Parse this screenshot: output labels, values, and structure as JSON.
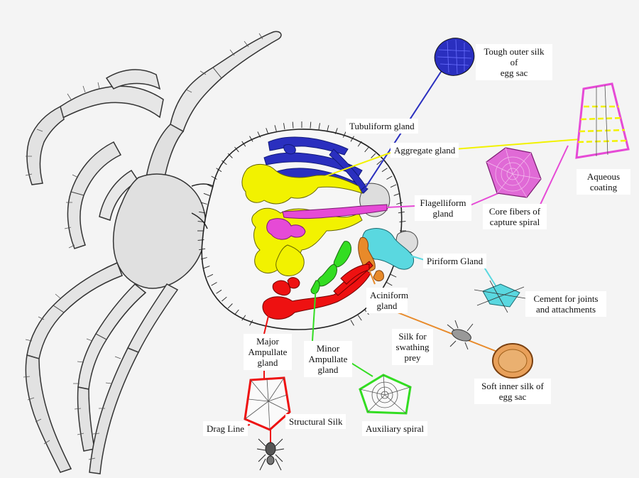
{
  "labels": {
    "tough_outer_silk": "Tough outer silk of\negg sac",
    "tubuliform_gland": "Tubuliform gland",
    "aggregate_gland": "Aggregate gland",
    "aqueous_coating": "Aqueous\ncoating",
    "flagelliform_gland": "Flagelliform\ngland",
    "core_fibers": "Core fibers of\ncapture spiral",
    "piriform_gland": "Piriform Gland",
    "cement": "Cement for joints\nand attachments",
    "aciniform_gland": "Aciniform\ngland",
    "silk_swathing": "Silk for\nswathing\nprey",
    "soft_inner_silk": "Soft inner silk of\negg sac",
    "major_ampullate": "Major\nAmpullate\ngland",
    "minor_ampullate": "Minor\nAmpullate\ngland",
    "structural_silk": "Structural Silk",
    "drag_line": "Drag Line",
    "auxiliary_spiral": "Auxiliary spiral"
  },
  "colors": {
    "tubuliform": "#2a2fbf",
    "aggregate": "#f2f200",
    "flagelliform": "#e64ad6",
    "piriform": "#5ad8e0",
    "aciniform": "#e88a2a",
    "major_ampullate": "#ee1111",
    "minor_ampullate": "#33dd22"
  }
}
